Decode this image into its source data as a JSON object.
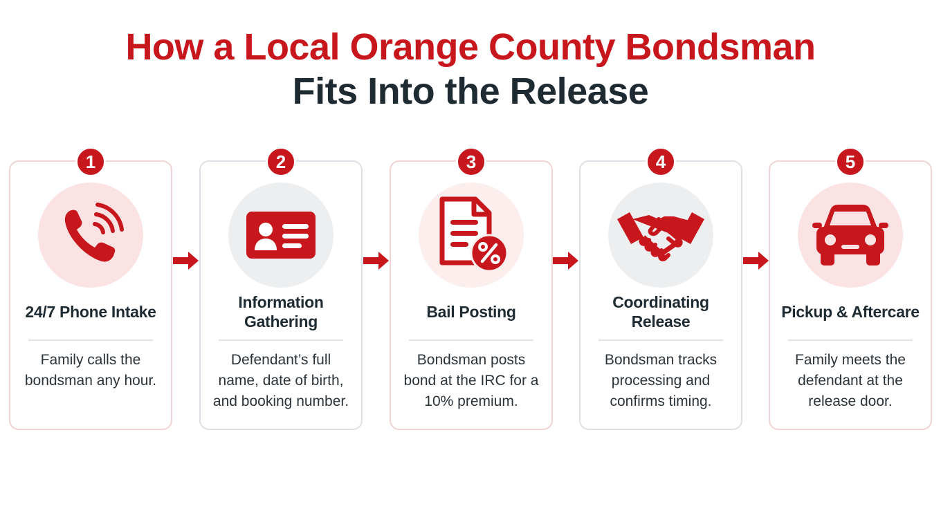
{
  "title": {
    "line1": "How a Local Orange County Bondsman",
    "line2": "Fits Into the Release"
  },
  "colors": {
    "accent": "#c8161d",
    "dark_text": "#1f2b33",
    "pink_circle": "#fbe3e3",
    "grey_circle": "#eceef0"
  },
  "steps": [
    {
      "number": "1",
      "icon": "phone-icon",
      "title": "24/7 Phone Intake",
      "description": "Family calls the bondsman any hour."
    },
    {
      "number": "2",
      "icon": "id-card-icon",
      "title": "Information Gathering",
      "description": "Defendant’s full name, date of birth, and booking number."
    },
    {
      "number": "3",
      "icon": "document-percent-icon",
      "title": "Bail Posting",
      "description": "Bondsman posts bond at the IRC for a 10% premium."
    },
    {
      "number": "4",
      "icon": "handshake-icon",
      "title": "Coordinating Release",
      "description": "Bondsman tracks processing and confirms timing."
    },
    {
      "number": "5",
      "icon": "car-icon",
      "title": "Pickup & Aftercare",
      "description": "Family meets the defendant at the release door."
    }
  ]
}
